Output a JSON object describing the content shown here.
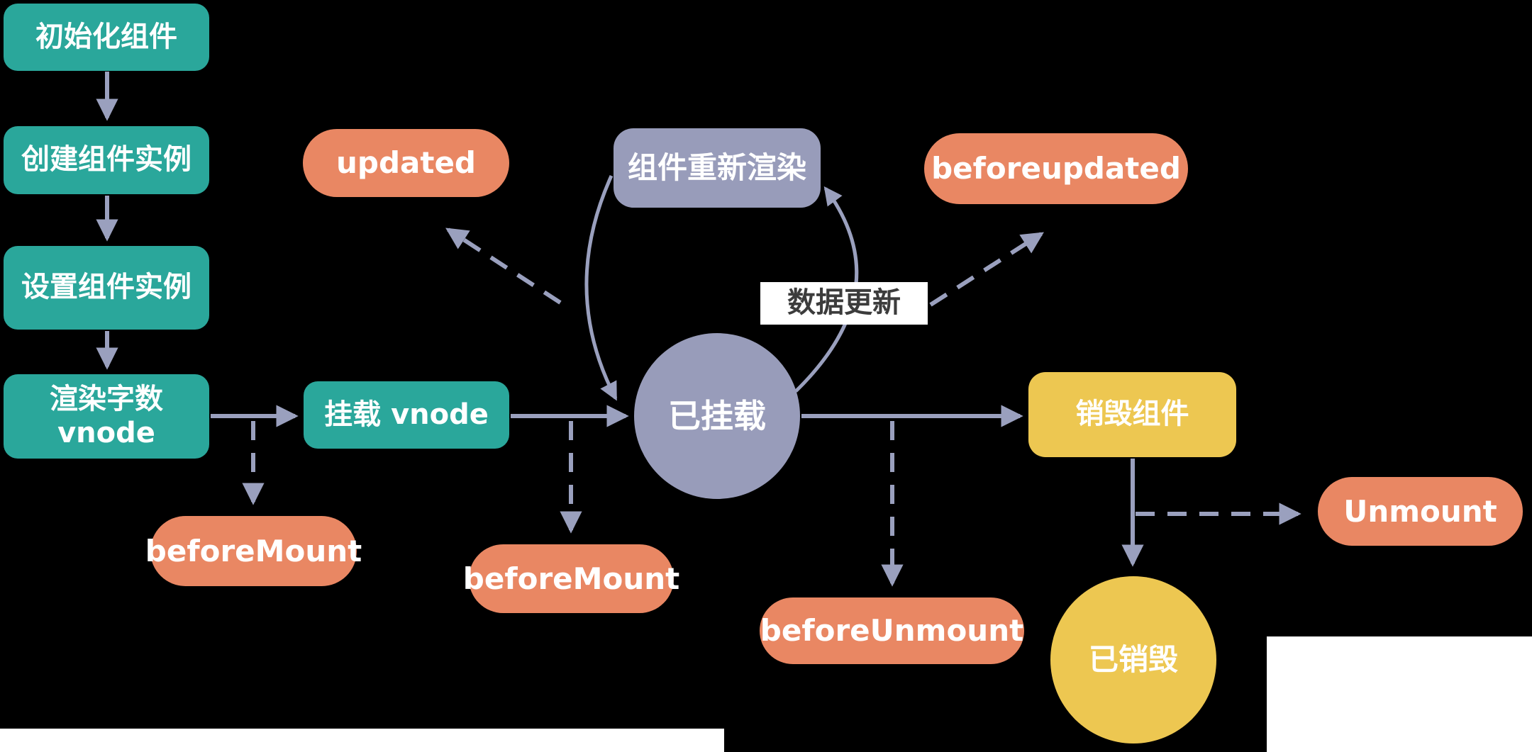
{
  "diagram": {
    "description_colors": {
      "background": "#000000",
      "process_teal": "#2AA79B",
      "hook_orange": "#E98763",
      "state_purple": "#989CBA",
      "destroy_yellow": "#EDC751",
      "arrow": "#9AA0BE",
      "label_bg": "#FFFFFF",
      "label_text": "#3C3C3C"
    },
    "nodes": {
      "init": {
        "label": "初始化组件"
      },
      "create": {
        "label": "创建组件实例"
      },
      "setup": {
        "label": "设置组件实例"
      },
      "render": {
        "line1": "渲染字数",
        "line2": "vnode"
      },
      "mount": {
        "label": "挂载 vnode"
      },
      "mounted": {
        "label": "已挂载"
      },
      "rerender": {
        "label": "组件重新渲染"
      },
      "updated": {
        "label": "updated"
      },
      "beforeupdated": {
        "label": "beforeupdated"
      },
      "before_mount_1": {
        "label": "beforeMount"
      },
      "before_mount_2": {
        "label": "beforeMount"
      },
      "before_unmount": {
        "label": "beforeUnmount"
      },
      "data_update": {
        "label": "数据更新"
      },
      "destroy": {
        "label": "销毁组件"
      },
      "unmount": {
        "label": "Unmount"
      },
      "destroyed": {
        "label": "已销毁"
      }
    },
    "edges": [
      {
        "from": "初始化组件",
        "to": "创建组件实例",
        "style": "solid"
      },
      {
        "from": "创建组件实例",
        "to": "设置组件实例",
        "style": "solid"
      },
      {
        "from": "设置组件实例",
        "to": "渲染字数 vnode",
        "style": "solid"
      },
      {
        "from": "渲染字数 vnode",
        "to": "挂载 vnode",
        "style": "solid"
      },
      {
        "from": "挂载 vnode",
        "to": "已挂载",
        "style": "solid"
      },
      {
        "from": "已挂载",
        "to": "销毁组件",
        "style": "solid"
      },
      {
        "from": "销毁组件",
        "to": "已销毁",
        "style": "solid"
      },
      {
        "from": "已挂载",
        "to": "组件重新渲染",
        "style": "curved",
        "label": "数据更新"
      },
      {
        "from": "组件重新渲染",
        "to": "已挂载",
        "style": "curved"
      },
      {
        "from": "渲染字数 vnode",
        "to": "beforeMount",
        "style": "dashed"
      },
      {
        "from": "挂载 vnode",
        "to": "beforeMount",
        "style": "dashed"
      },
      {
        "from": "已挂载",
        "to": "beforeUnmount",
        "style": "dashed"
      },
      {
        "from": "组件重新渲染",
        "to": "updated",
        "style": "dashed"
      },
      {
        "from": "数据更新",
        "to": "beforeupdated",
        "style": "dashed"
      },
      {
        "from": "销毁组件",
        "to": "Unmount",
        "style": "dashed"
      }
    ]
  }
}
